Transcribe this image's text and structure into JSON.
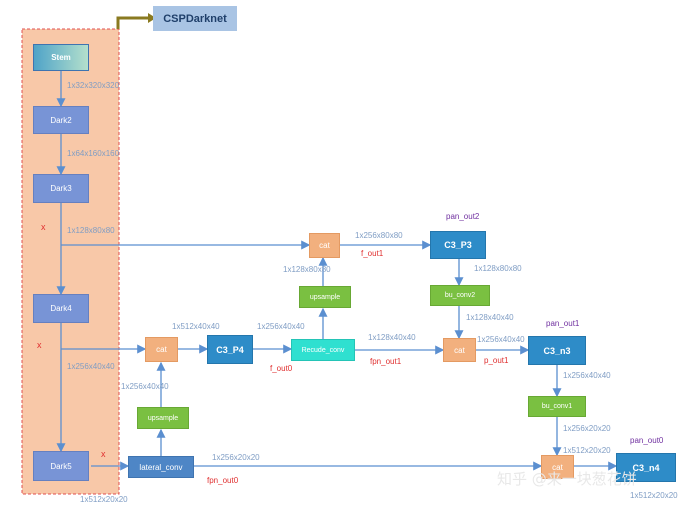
{
  "title": "CSPDarknet",
  "nodes": {
    "stem": "Stem",
    "dark2": "Dark2",
    "dark3": "Dark3",
    "dark4": "Dark4",
    "dark5": "Dark5",
    "lateral_conv": "lateral_conv",
    "upsample_1": "upsample",
    "cat_1": "cat",
    "c3_p4": "C3_P4",
    "reduce_conv": "Recude_conv",
    "upsample_2": "upsample",
    "cat_2": "cat",
    "c3_p3": "C3_P3",
    "bu_conv2": "bu_conv2",
    "cat_3": "cat",
    "c3_n3": "C3_n3",
    "bu_conv1": "bu_conv1",
    "cat_4": "cat",
    "c3_n4": "C3_n4"
  },
  "shapes": {
    "stem_out": "1x32x320x320",
    "dark2_out": "1x64x160x160",
    "dark3_out": "1x128x80x80",
    "dark4_out": "1x256x40x40",
    "dark5_out": "1x512x20x20",
    "cat1_in": "1x512x40x40",
    "c3p4_out": "1x256x40x40",
    "up1_out": "1x256x40x40",
    "reduce_out": "1x128x40x40",
    "up2_out": "1x128x80x80",
    "cat2_out": "1x256x80x80",
    "c3p3_out": "1x128x80x80",
    "buconv2_out": "1x128x40x40",
    "cat3_out": "1x256x40x40",
    "c3n3_out": "1x256x40x40",
    "buconv1_out": "1x256x20x20",
    "cat4_in": "1x512x20x20",
    "lateral_out": "1x256x20x20",
    "c3n4_out": "1x512x20x20"
  },
  "red_labels": {
    "f_out1": "f_out1",
    "f_out0": "f_out0",
    "fpn_out1": "fpn_out1",
    "p_out1": "p_out1",
    "fpn_out0": "fpn_out0",
    "x1": "x",
    "x2": "x",
    "x3": "x"
  },
  "pan_labels": {
    "pan_out2": "pan_out2",
    "pan_out1": "pan_out1",
    "pan_out0": "pan_out0"
  },
  "watermark": "知乎 @来一块葱花饼",
  "colors": {
    "backbone_fill": "#f8c8a8",
    "backbone_border": "#e05050",
    "arrow": "#5b8fd0",
    "blue_node": "#4e86c6",
    "cat_node": "#f2b07e",
    "green_node": "#7ac041",
    "cyan_node": "#2fe0d0",
    "red_text": "#e03030",
    "pan_text": "#7030a0",
    "title_box": "#a9c4e4"
  }
}
